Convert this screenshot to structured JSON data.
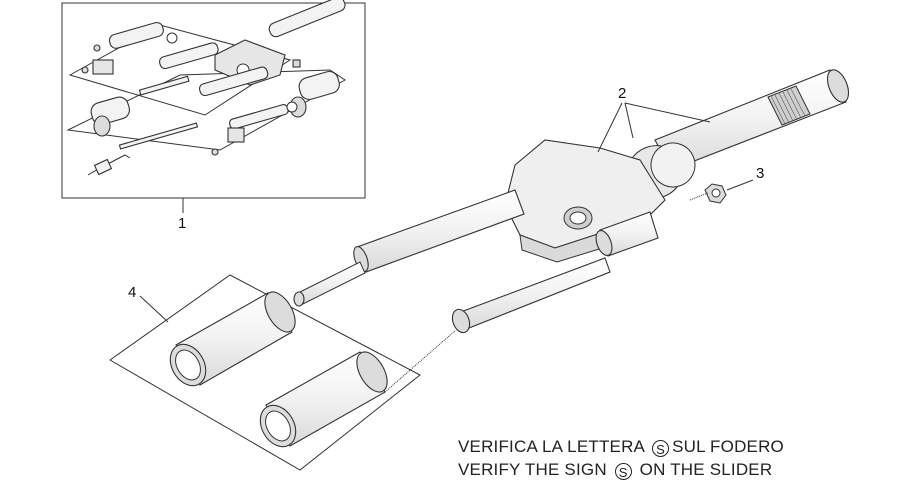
{
  "callouts": {
    "c1": "1",
    "c2": "2",
    "c3": "3",
    "c4": "4"
  },
  "note": {
    "line1_before": "VERIFICA LA LETTERA",
    "line1_letter": "S",
    "line1_after": "SUL FODERO",
    "line2_before": "VERIFY THE SIGN",
    "line2_letter": "S",
    "line2_after": "ON THE SLIDER"
  },
  "colors": {
    "line": "#333333",
    "fill": "#f3f3f3"
  }
}
